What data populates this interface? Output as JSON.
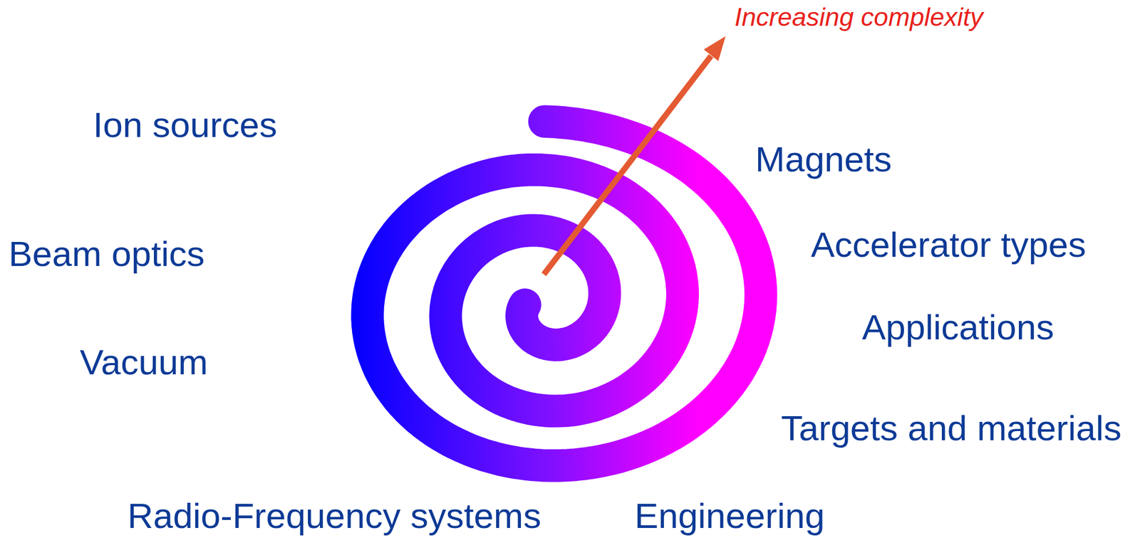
{
  "diagram": {
    "labels": [
      "Increasing complexity",
      "Ion sources",
      "Magnets",
      "Beam optics",
      "Accelerator types",
      "Applications",
      "Vacuum",
      "Targets and materials",
      "Radio-Frequency systems",
      "Engineering"
    ]
  }
}
